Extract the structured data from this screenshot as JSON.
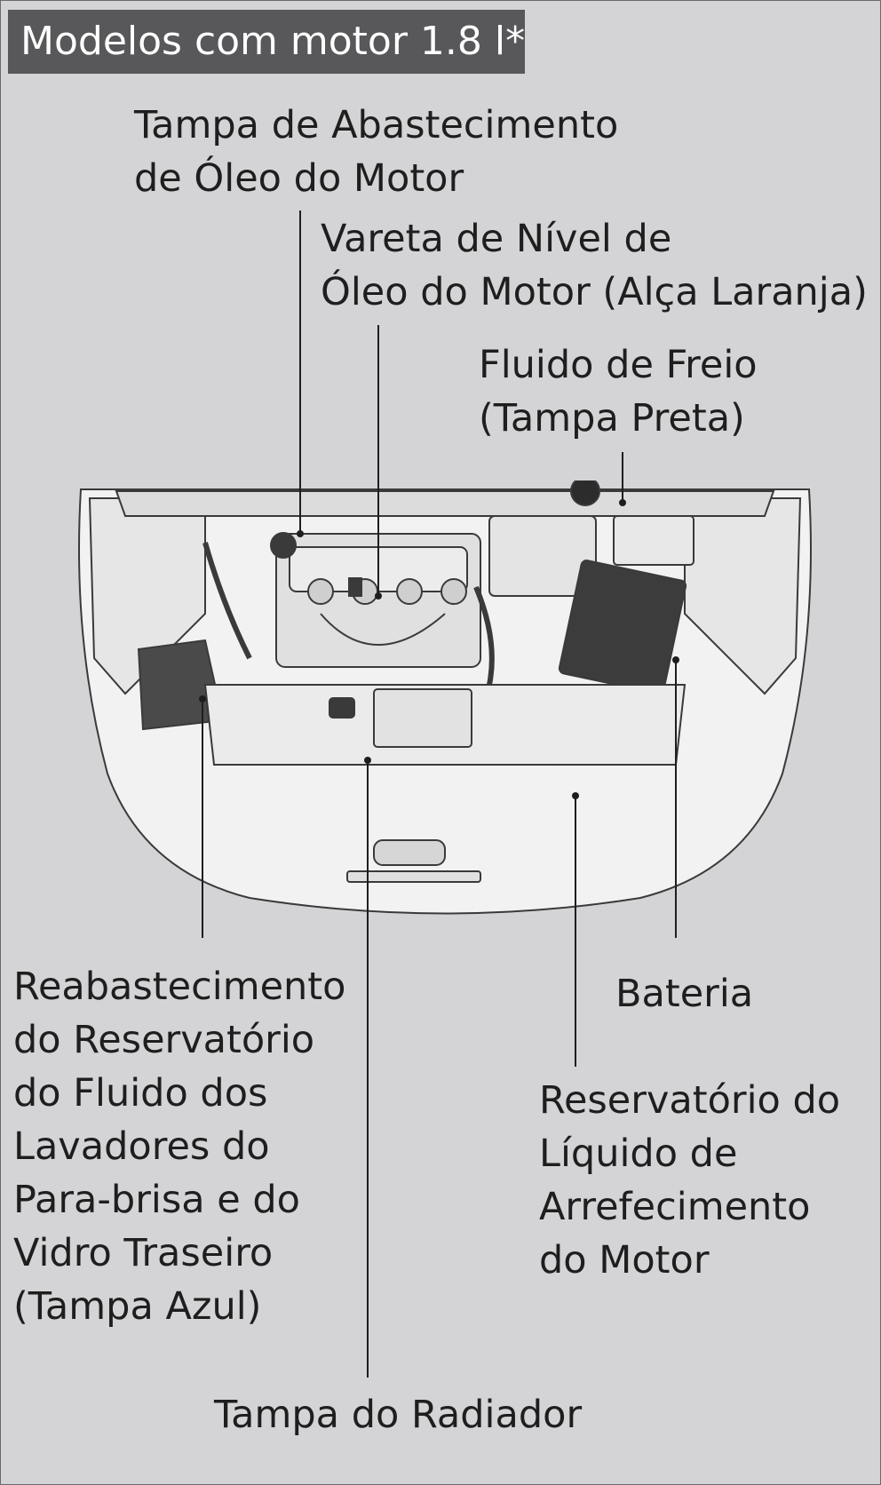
{
  "header": {
    "title": "Modelos com motor 1.8 l*"
  },
  "labels": {
    "oil_filler_cap": [
      "Tampa de Abastecimento",
      "de Óleo do Motor"
    ],
    "dipstick": [
      "Vareta de Nível de",
      "Óleo do Motor (Alça Laranja)"
    ],
    "brake_fluid": [
      "Fluido de Freio",
      "(Tampa Preta)"
    ],
    "washer_reservoir": [
      "Reabastecimento",
      "do Reservatório",
      "do Fluido dos",
      "Lavadores do",
      "Para-brisa e do",
      "Vidro Traseiro",
      "(Tampa Azul)"
    ],
    "battery": [
      "Bateria"
    ],
    "coolant_reservoir": [
      "Reservatório do",
      "Líquido de",
      "Arrefecimento",
      "do Motor"
    ],
    "radiator_cap": [
      "Tampa do Radiador"
    ]
  },
  "colors": {
    "background": "#d4d4d6",
    "header_bg": "#58585a",
    "header_text": "#ffffff",
    "line": "#1e1e1e"
  }
}
